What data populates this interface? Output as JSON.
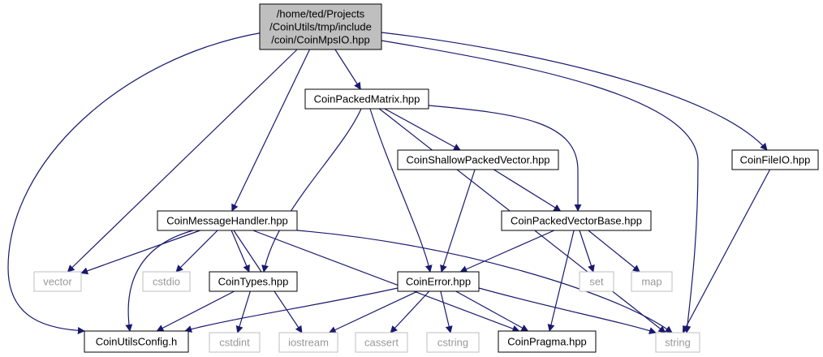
{
  "colors": {
    "edge": "#191970",
    "node_border": "#000000",
    "system_border": "#bfbfbf",
    "root_fill": "#bfbfbf",
    "system_text": "#999999"
  },
  "nodes": [
    {
      "id": "root",
      "lines": [
        "/home/ted/Projects",
        "/CoinUtils/tmp/include",
        "/coin/CoinMpsIO.hpp"
      ],
      "kind": "root"
    },
    {
      "id": "packed-matrix",
      "lines": [
        "CoinPackedMatrix.hpp"
      ],
      "kind": "header"
    },
    {
      "id": "shallow-packed-vector",
      "lines": [
        "CoinShallowPackedVector.hpp"
      ],
      "kind": "header"
    },
    {
      "id": "file-io",
      "lines": [
        "CoinFileIO.hpp"
      ],
      "kind": "header"
    },
    {
      "id": "message-handler",
      "lines": [
        "CoinMessageHandler.hpp"
      ],
      "kind": "header"
    },
    {
      "id": "packed-vector-base",
      "lines": [
        "CoinPackedVectorBase.hpp"
      ],
      "kind": "header"
    },
    {
      "id": "vector",
      "lines": [
        "vector"
      ],
      "kind": "system"
    },
    {
      "id": "cstdio",
      "lines": [
        "cstdio"
      ],
      "kind": "system"
    },
    {
      "id": "types",
      "lines": [
        "CoinTypes.hpp"
      ],
      "kind": "header"
    },
    {
      "id": "error",
      "lines": [
        "CoinError.hpp"
      ],
      "kind": "header"
    },
    {
      "id": "set",
      "lines": [
        "set"
      ],
      "kind": "system"
    },
    {
      "id": "map",
      "lines": [
        "map"
      ],
      "kind": "system"
    },
    {
      "id": "utils-config",
      "lines": [
        "CoinUtilsConfig.h"
      ],
      "kind": "header"
    },
    {
      "id": "cstdint",
      "lines": [
        "cstdint"
      ],
      "kind": "system"
    },
    {
      "id": "iostream",
      "lines": [
        "iostream"
      ],
      "kind": "system"
    },
    {
      "id": "cassert",
      "lines": [
        "cassert"
      ],
      "kind": "system"
    },
    {
      "id": "cstring",
      "lines": [
        "cstring"
      ],
      "kind": "system"
    },
    {
      "id": "pragma",
      "lines": [
        "CoinPragma.hpp"
      ],
      "kind": "header"
    },
    {
      "id": "string",
      "lines": [
        "string"
      ],
      "kind": "system"
    }
  ],
  "edges": [
    [
      "root",
      "packed-matrix"
    ],
    [
      "root",
      "message-handler"
    ],
    [
      "root",
      "vector"
    ],
    [
      "root",
      "utils-config"
    ],
    [
      "root",
      "string"
    ],
    [
      "root",
      "file-io"
    ],
    [
      "packed-matrix",
      "shallow-packed-vector"
    ],
    [
      "packed-matrix",
      "packed-vector-base"
    ],
    [
      "packed-matrix",
      "error"
    ],
    [
      "packed-matrix",
      "types"
    ],
    [
      "packed-matrix",
      "string"
    ],
    [
      "shallow-packed-vector",
      "packed-vector-base"
    ],
    [
      "shallow-packed-vector",
      "error"
    ],
    [
      "packed-vector-base",
      "error"
    ],
    [
      "packed-vector-base",
      "pragma"
    ],
    [
      "packed-vector-base",
      "set"
    ],
    [
      "packed-vector-base",
      "map"
    ],
    [
      "message-handler",
      "vector"
    ],
    [
      "message-handler",
      "utils-config"
    ],
    [
      "message-handler",
      "cstdio"
    ],
    [
      "message-handler",
      "types"
    ],
    [
      "message-handler",
      "iostream"
    ],
    [
      "message-handler",
      "pragma"
    ],
    [
      "message-handler",
      "string"
    ],
    [
      "types",
      "utils-config"
    ],
    [
      "types",
      "cstdint"
    ],
    [
      "error",
      "utils-config"
    ],
    [
      "error",
      "iostream"
    ],
    [
      "error",
      "cassert"
    ],
    [
      "error",
      "cstring"
    ],
    [
      "error",
      "pragma"
    ],
    [
      "error",
      "string"
    ],
    [
      "file-io",
      "string"
    ]
  ]
}
